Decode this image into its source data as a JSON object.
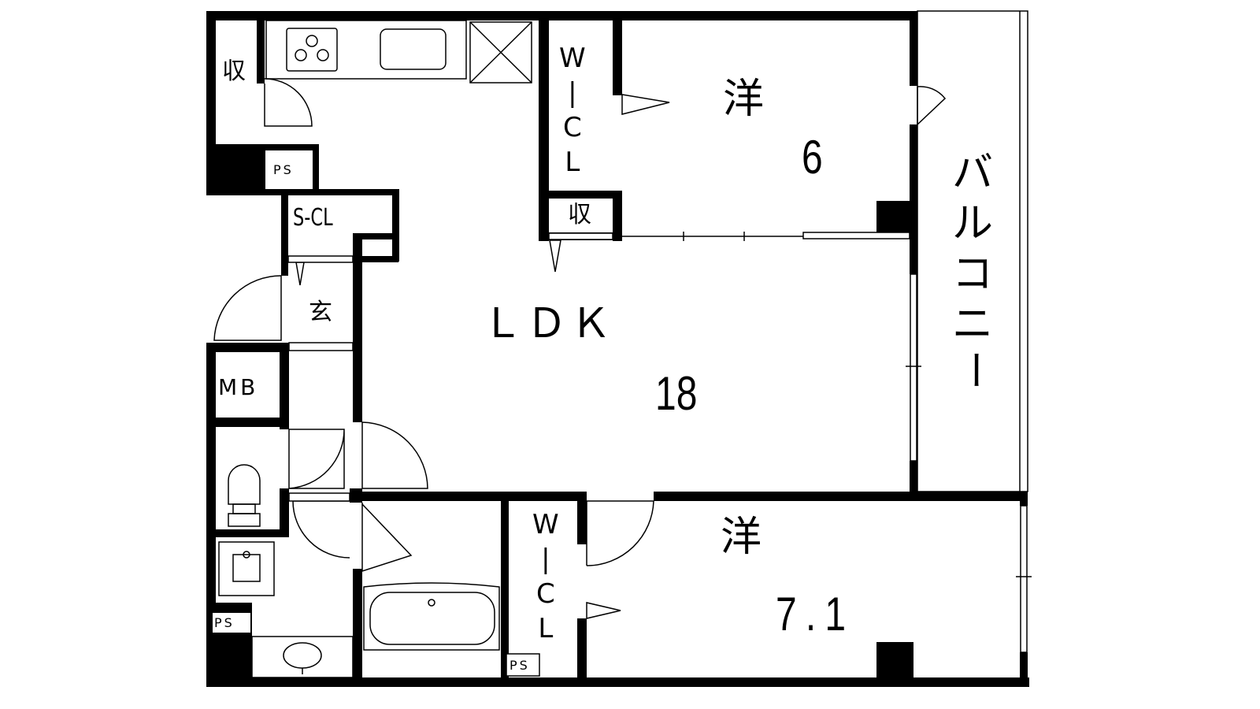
{
  "title": "Floor plan",
  "rooms": {
    "ldk": {
      "name": "ＬＤＫ",
      "size": "18"
    },
    "bedroom1": {
      "name": "洋",
      "size": "6"
    },
    "bedroom2": {
      "name": "洋",
      "size": "7.1"
    },
    "balcony": {
      "chars": [
        "バ",
        "ル",
        "コ",
        "ニ",
        "ー"
      ]
    },
    "storage_top": "収",
    "storage_wcl": "収",
    "shoe_closet": "S-CL",
    "entrance": "玄",
    "meter_box": "MB",
    "ps_top": "PS",
    "ps_bottom_left": "PS",
    "ps_bottom_wcl": "PS",
    "wcl1": {
      "chars": [
        "W",
        "|",
        "C",
        "L"
      ]
    },
    "wcl2": {
      "chars": [
        "W",
        "|",
        "C",
        "L"
      ]
    }
  }
}
